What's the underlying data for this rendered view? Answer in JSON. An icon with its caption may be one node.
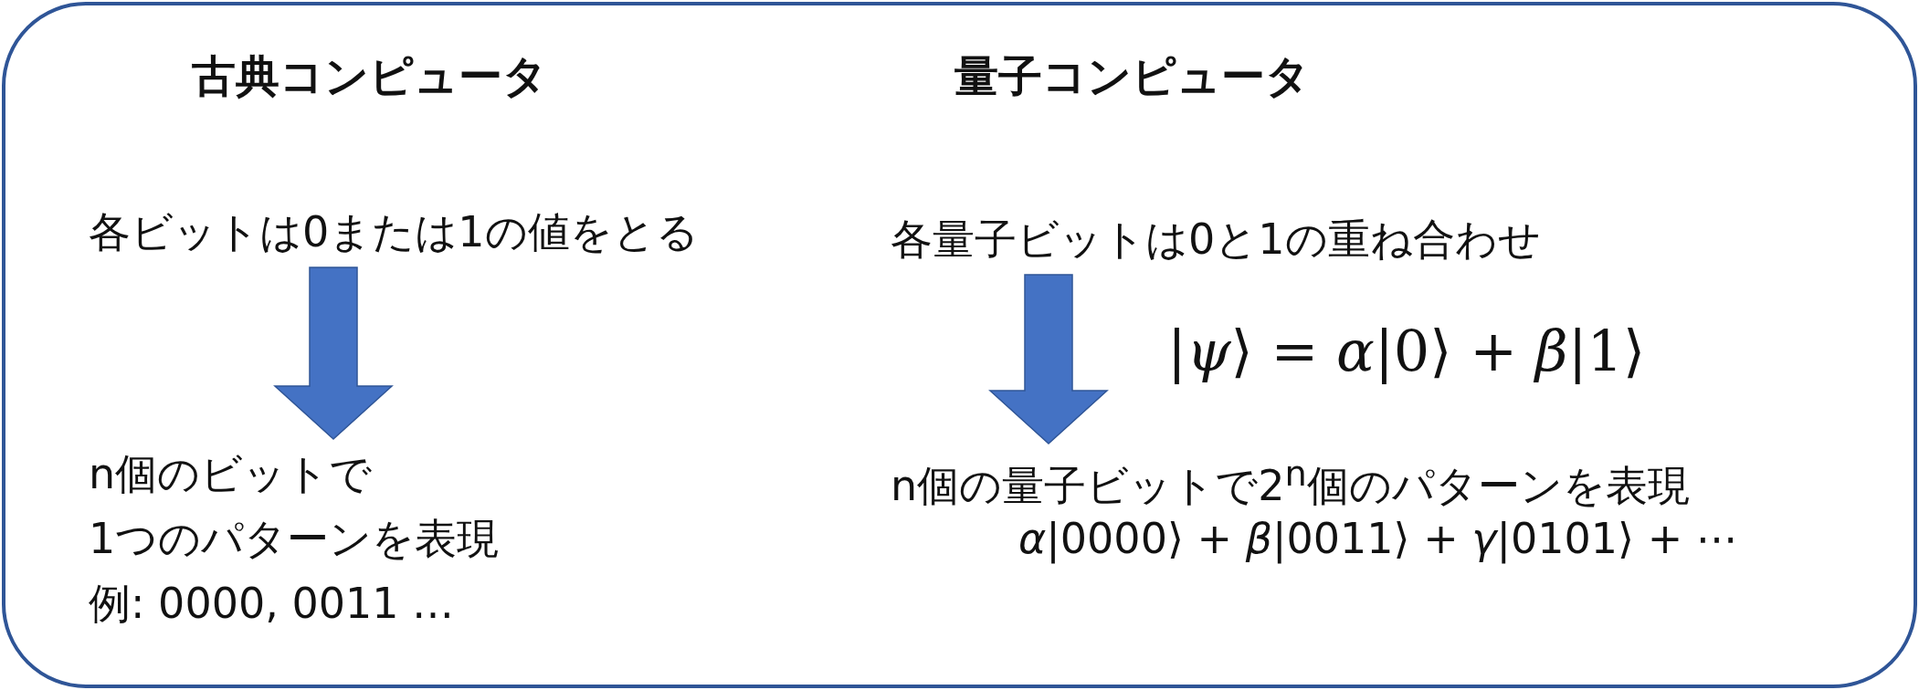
{
  "diagram": {
    "nodes": [
      {
        "text": [
          "各ビットは0または1の値をとる"
        ]
      },
      {
        "text": [
          "n個のビットで",
          "1つのパターンを表現",
          "例: 0000, 0011 …"
        ]
      },
      {
        "text": [
          "各量子ビットは0と1の重ね合わせ"
        ]
      },
      {
        "text": [
          "n個の量子ビットで2$^{n}$個のパターンを表現",
          "*α*|0000⟩ + *β*|0011⟩ + *γ*|0101⟩ + ⋯"
        ]
      }
    ],
    "edges": [
      {
        "from": 0,
        "to": 1,
        "arrow": "to"
      },
      {
        "from": 2,
        "to": 3,
        "arrow": "to",
        "label": "|*ψ*⟩ = *α*|0⟩ + *β*|1⟩"
      }
    ],
    "labels": [
      "古典コンピュータ",
      "量子コンピュータ"
    ]
  }
}
